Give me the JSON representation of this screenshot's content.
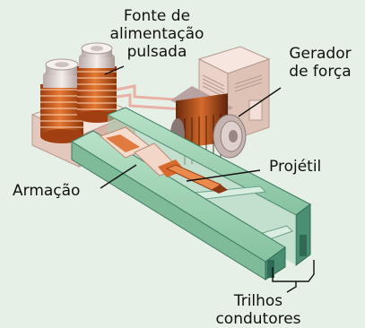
{
  "labels": {
    "power_supply": [
      "Fonte de",
      "alimentação",
      "pulsada"
    ],
    "generator": [
      "Gerador",
      "de força"
    ],
    "projectile": "Projétil",
    "armature": "Armação",
    "rails": [
      "Trilhos",
      "condutores"
    ]
  },
  "colors": {
    "background": "#e7f0e7",
    "coil_copper": "#d8692a",
    "rail_green": "#8fcaa6",
    "rail_dark": "#2f6a56",
    "cable_pink": "#e9b0a6",
    "housing": "#efd8cf",
    "leader": "#111111"
  },
  "icons": [
    "capacitor-coil-icon",
    "generator-icon",
    "rail-icon",
    "projectile-icon",
    "armature-icon"
  ]
}
